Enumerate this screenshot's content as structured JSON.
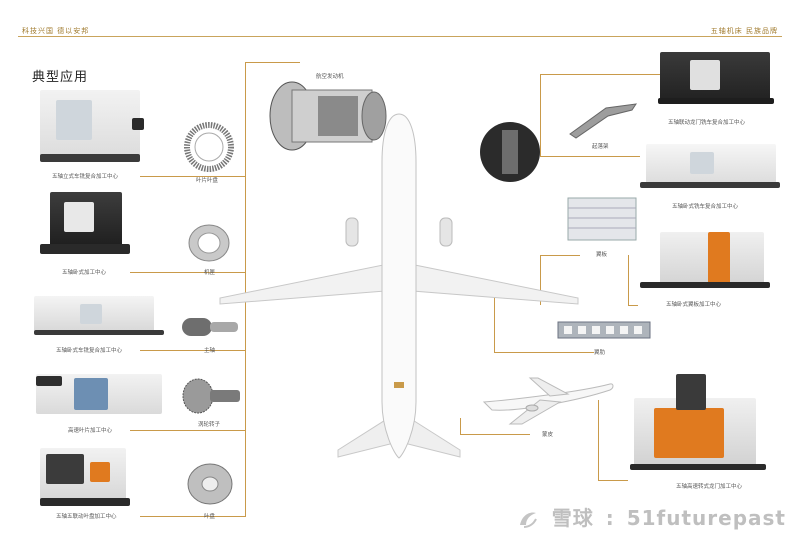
{
  "header": {
    "left_text": "科技兴国 德以安邦",
    "right_text": "五轴机床 民族品牌"
  },
  "heading": "典型应用",
  "labels": {
    "aero_engine": "航空发动机",
    "five_axis_vertical_turn_mill": "五轴立式车铣复合加工中心",
    "blade_disk": "叶片叶盘",
    "five_axis_horizontal": "五轴卧式加工中心",
    "casing": "机匣",
    "five_axis_horizontal_turn_mill": "五轴卧式车铣复合加工中心",
    "main_shaft": "主轴",
    "high_speed_blade_center": "高速叶片加工中心",
    "turbine_rotor": "涡轮转子",
    "five_axis_bridge_center": "五轴五联动叶盘加工中心",
    "impeller": "叶盘",
    "landing_gear": "起落架",
    "five_axis_gantry_turn_mill": "五轴联动龙门铣车复合加工中心",
    "five_axis_horizontal_turn_mill_2": "五轴卧式铣车复合加工中心",
    "wing_panel": "翼板",
    "five_axis_horizontal_panel_center": "五轴卧式翼板加工中心",
    "wing_rib": "翼肋",
    "fuselage": "蒙皮",
    "five_axis_high_speed_gantry": "五轴高速转式龙门加工中心"
  },
  "watermark": {
    "brand": "雪球",
    "handle": "51futurepast"
  },
  "colors": {
    "accent": "#c99a4a",
    "machine_body": "#e8e8e8",
    "machine_dark": "#3a3a3a",
    "machine_orange": "#e07a1f"
  }
}
